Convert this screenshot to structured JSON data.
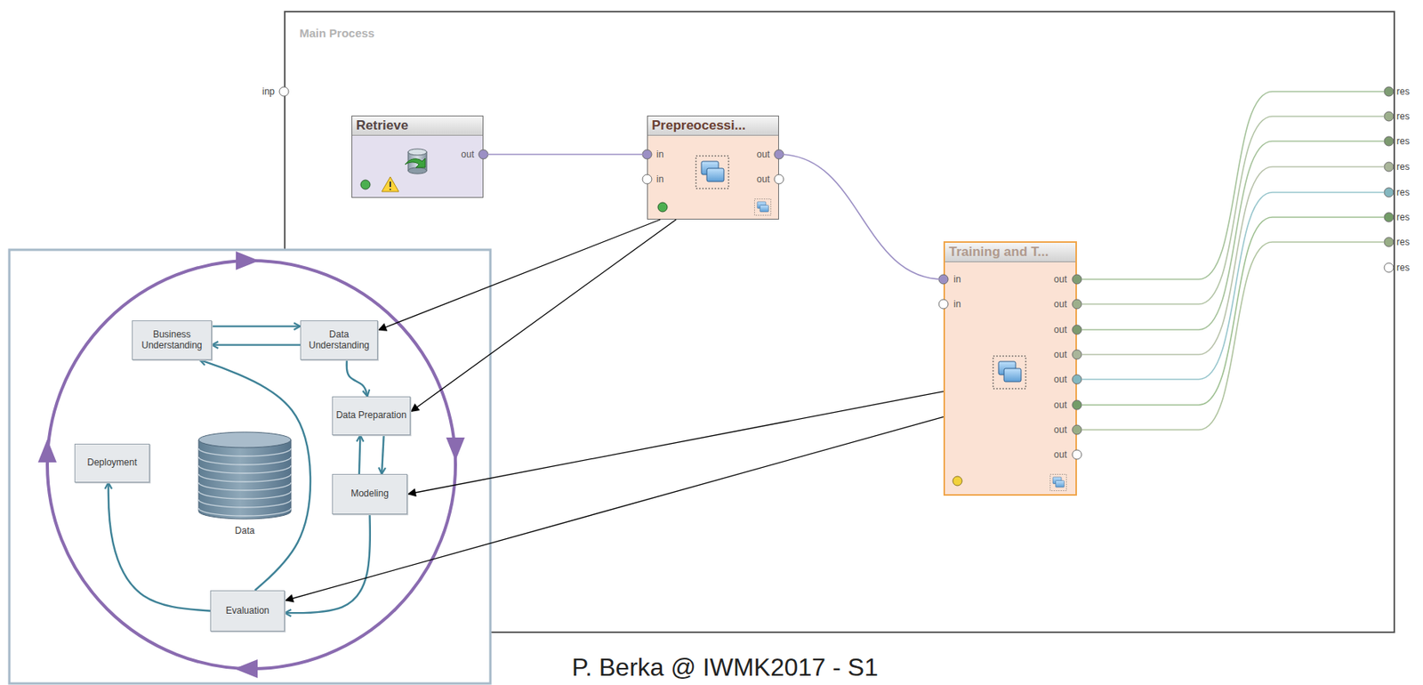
{
  "diagram": {
    "caption": "P. Berka @ IWMK2017 - S1",
    "nodes": [
      {
        "text": [
          "Main Process"
        ]
      },
      {
        "text": [
          "Retrieve",
          "out"
        ],
        "in": 0
      },
      {
        "text": [
          "Prepreocessi...",
          "in",
          "in",
          "out",
          "out"
        ],
        "in": 0
      },
      {
        "text": [
          "Training and T...",
          "in",
          "in",
          "out",
          "out",
          "out",
          "out",
          "out",
          "out",
          "out",
          "out"
        ],
        "in": 0
      },
      {
        "text": [
          "Business Understanding"
        ]
      },
      {
        "text": [
          "Data Understanding"
        ]
      },
      {
        "text": [
          "Data Preparation"
        ]
      },
      {
        "text": [
          "Deployment"
        ]
      },
      {
        "text": [
          "Data"
        ]
      },
      {
        "text": [
          "Modeling"
        ]
      },
      {
        "text": [
          "Evaluation"
        ]
      }
    ],
    "edges": [
      {
        "from": 1,
        "to": 2,
        "arrow": "none"
      },
      {
        "from": 2,
        "to": 3,
        "arrow": "none"
      },
      {
        "from": 4,
        "to": 5,
        "arrow": "to"
      },
      {
        "from": 5,
        "to": 4,
        "arrow": "to"
      },
      {
        "from": 5,
        "to": 6,
        "arrow": "to"
      },
      {
        "from": 6,
        "to": 9,
        "arrow": "to"
      },
      {
        "from": 9,
        "to": 6,
        "arrow": "to"
      },
      {
        "from": 9,
        "to": 10,
        "arrow": "to"
      },
      {
        "from": 10,
        "to": 4,
        "arrow": "to"
      },
      {
        "from": 10,
        "to": 7,
        "arrow": "to"
      },
      {
        "from": 2,
        "to": 5,
        "arrow": "to"
      },
      {
        "from": 2,
        "to": 6,
        "arrow": "to"
      },
      {
        "from": 3,
        "to": 9,
        "arrow": "to"
      },
      {
        "from": 3,
        "to": 10,
        "arrow": "to"
      }
    ],
    "labels": [
      "inp",
      "res",
      "res",
      "res",
      "res",
      "res",
      "res",
      "res",
      "res"
    ]
  }
}
